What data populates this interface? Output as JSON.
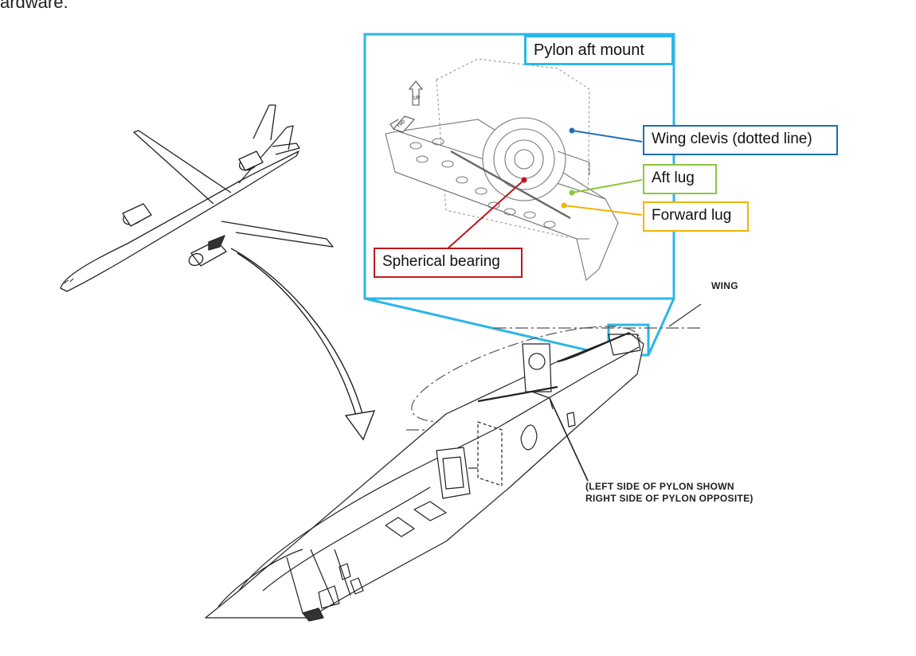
{
  "header_text": "ardware.",
  "inset": {
    "title": "Pylon aft mount",
    "direction_up": "UP",
    "direction_fwd": "FWD"
  },
  "callouts": {
    "wing_clevis": "Wing clevis (dotted line)",
    "aft_lug": "Aft lug",
    "forward_lug": "Forward lug",
    "spherical_bearing": "Spherical bearing"
  },
  "labels": {
    "wing": "WING",
    "pylon_note_line1": "(LEFT SIDE OF PYLON SHOWN",
    "pylon_note_line2": "RIGHT SIDE OF PYLON OPPOSITE)"
  },
  "colors": {
    "inset_border": "#2bb6e8",
    "wing_clevis": "#1f6fb5",
    "aft_lug": "#8cc63f",
    "forward_lug": "#f2b400",
    "spherical_bearing": "#c0161b"
  }
}
